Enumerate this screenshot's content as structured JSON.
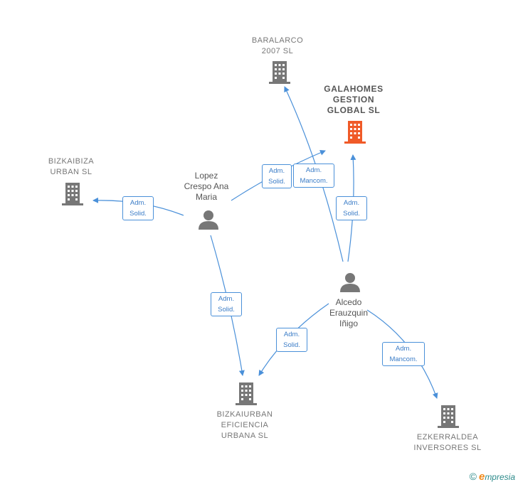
{
  "companies": {
    "baralarco": {
      "name": "BARALARCO\n2007  SL",
      "color": "#777777"
    },
    "galahomes": {
      "name": "GALAHOMES\nGESTION\nGLOBAL  SL",
      "color": "#f05a28"
    },
    "bizkaibiza": {
      "name": "BIZKAIBIZA\nURBAN  SL",
      "color": "#777777"
    },
    "bizkaiurban": {
      "name": "BIZKAIURBAN\nEFICIENCIA\nURBANA  SL",
      "color": "#777777"
    },
    "ezkerraldea": {
      "name": "EZKERRALDEA\nINVERSORES SL",
      "color": "#777777"
    }
  },
  "persons": {
    "lopez": {
      "name": "Lopez\nCrespo Ana\nMaria"
    },
    "alcedo": {
      "name": "Alcedo\nErauzquin\nIñigo"
    }
  },
  "relations": {
    "lopez_galahomes": "Adm.\nSolid.",
    "alcedo_baralarco": "Adm.\nMancom.",
    "lopez_bizkaibiza": "Adm.\nSolid.",
    "alcedo_galahomes": "Adm.\nSolid.",
    "lopez_bizkaiurban": "Adm.\nSolid.",
    "alcedo_bizkaiurban": "Adm.\nSolid.",
    "alcedo_ezkerraldea": "Adm.\nMancom."
  },
  "edge_color": "#4a90d9",
  "person_color": "#777777",
  "brand": {
    "copyright": "©",
    "initial": "e",
    "rest": "mpresia"
  }
}
